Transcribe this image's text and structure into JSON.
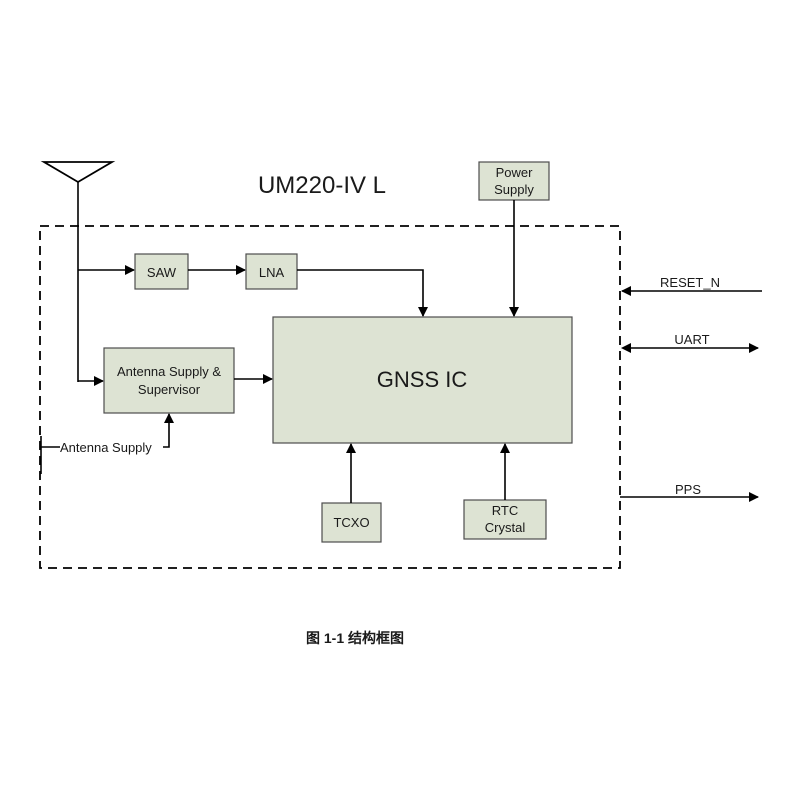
{
  "diagram": {
    "title": "UM220-IV L",
    "caption": "图 1-1 结构框图",
    "blocks": {
      "saw": "SAW",
      "lna": "LNA",
      "power_supply": [
        "Power",
        "Supply"
      ],
      "antenna_supervisor": [
        "Antenna Supply &",
        "Supervisor"
      ],
      "gnss_ic": "GNSS IC",
      "tcxo": "TCXO",
      "rtc_crystal": [
        "RTC",
        "Crystal"
      ]
    },
    "signals": {
      "antenna_supply": "Antenna Supply",
      "reset_n": "RESET_N",
      "uart": "UART",
      "pps": "PPS"
    },
    "colors": {
      "block_fill": "#dde3d3",
      "block_stroke": "#4d4d4d",
      "line": "#000000"
    }
  }
}
